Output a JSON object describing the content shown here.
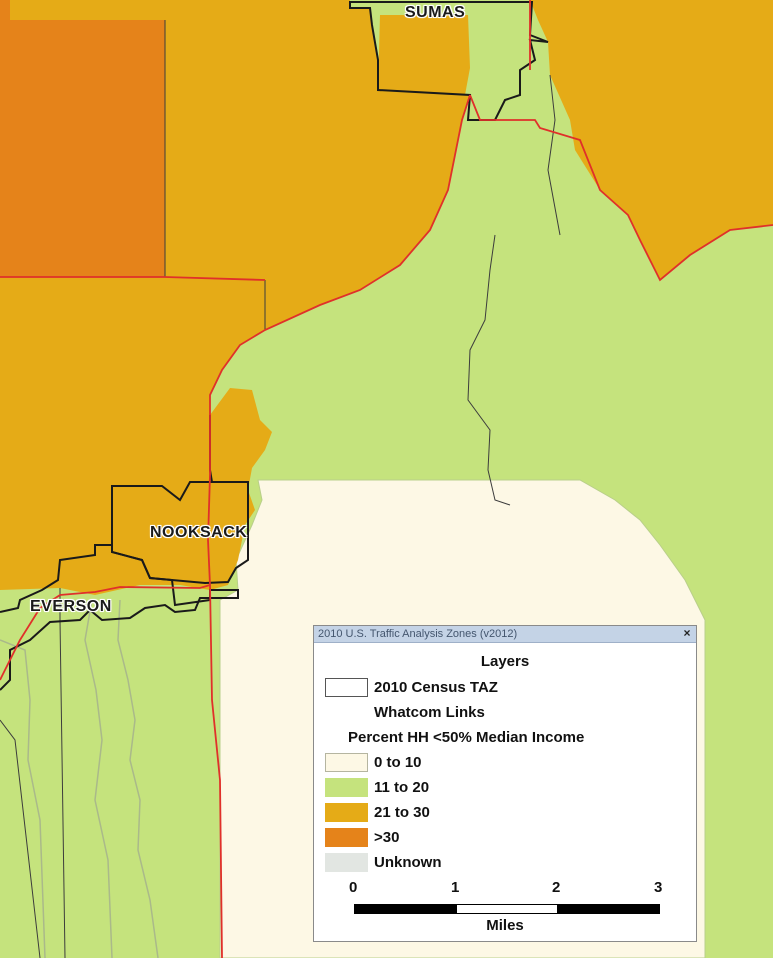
{
  "map": {
    "cities": [
      {
        "name": "SUMAS"
      },
      {
        "name": "NOOKSACK"
      },
      {
        "name": "EVERSON"
      }
    ],
    "colors": {
      "0_to_10": "#fdf8e5",
      "11_to_20": "#c5e37d",
      "21_to_30": "#e5ab17",
      ">30": "#e5831a",
      "unknown": "#e2e6e2",
      "links": "#e0302a",
      "taz_boundary": "#222222"
    }
  },
  "legend": {
    "window_title": "2010 U.S. Traffic Analysis Zones (v2012)",
    "close_label": "×",
    "layers_header": "Layers",
    "taz_label": "2010 Census TAZ",
    "links_label": "Whatcom Links",
    "income_header": "Percent HH <50% Median Income",
    "classes": [
      {
        "label": "0 to 10",
        "color": "#fdf8e5"
      },
      {
        "label": "11 to 20",
        "color": "#c5e37d"
      },
      {
        "label": "21 to 30",
        "color": "#e5ab17"
      },
      {
        "label": ">30",
        "color": "#e5831a"
      },
      {
        "label": "Unknown",
        "color": "#e2e6e2"
      }
    ],
    "scale": {
      "ticks": [
        "0",
        "1",
        "2",
        "3"
      ],
      "unit": "Miles"
    }
  }
}
